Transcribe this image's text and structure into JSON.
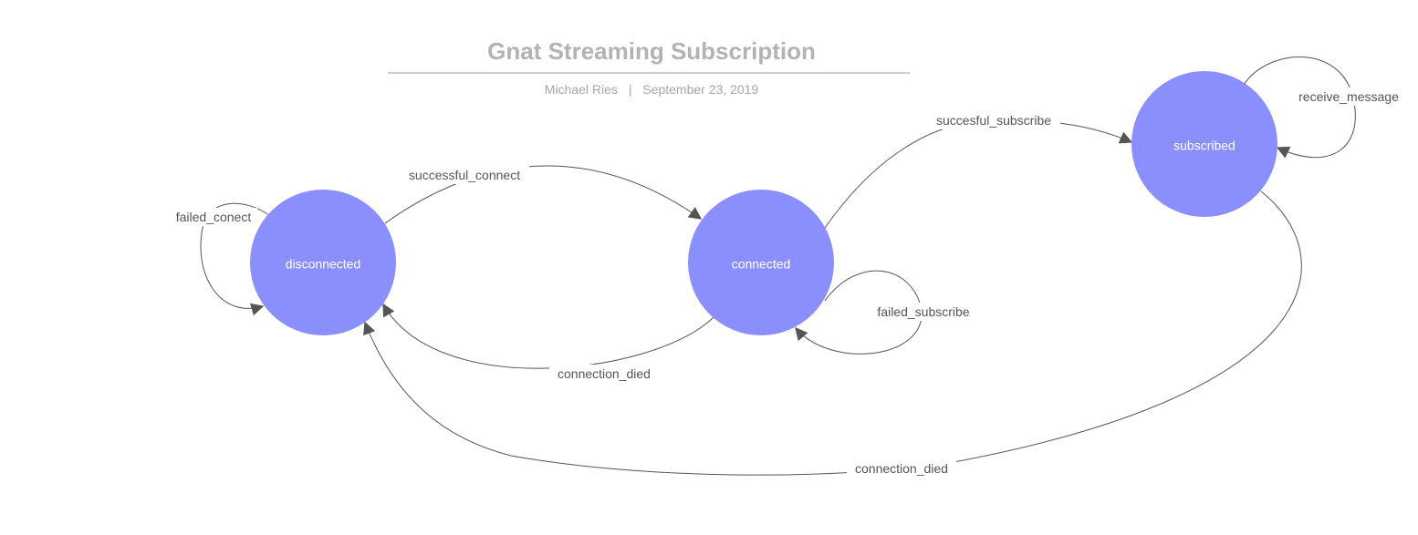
{
  "header": {
    "title": "Gnat Streaming Subscription",
    "author": "Michael Ries",
    "separator": "|",
    "date": "September 23, 2019"
  },
  "colors": {
    "state_fill": "#8a8ffd",
    "state_text": "#ffffff",
    "edge": "#555555",
    "title": "#b3b3b3",
    "meta": "#a6a6a6"
  },
  "states": {
    "disconnected": "disconnected",
    "connected": "connected",
    "subscribed": "subscribed"
  },
  "transitions": {
    "failed_conect": "failed_conect",
    "successful_connect": "successful_connect",
    "connection_died_connected": "connection_died",
    "succesful_subscribe": "succesful_subscribe",
    "failed_subscribe": "failed_subscribe",
    "receive_message": "receive_message",
    "connection_died_subscribed": "connection_died"
  }
}
